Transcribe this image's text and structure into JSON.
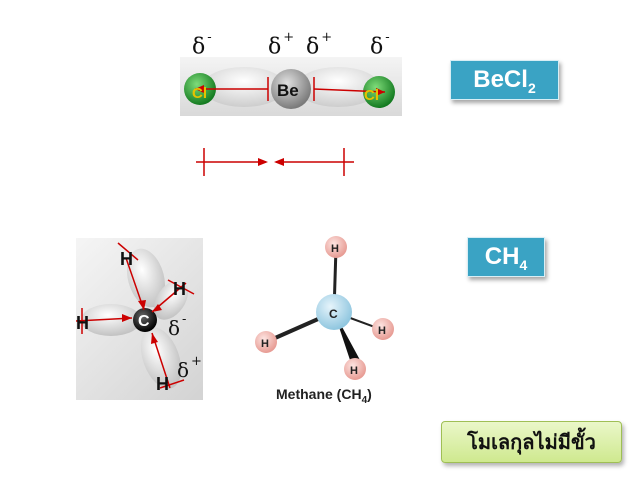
{
  "becl2": {
    "deltas": [
      "δ",
      "δ",
      "δ",
      "δ"
    ],
    "delta_signs": [
      "-",
      "+",
      "+",
      "-"
    ],
    "atoms": {
      "cl_left": "Cl",
      "be": "Be",
      "cl_right": "Cl"
    },
    "label_main": "BeCl",
    "label_sub": "2"
  },
  "ch4": {
    "label_main": "CH",
    "label_sub": "4",
    "model_atoms": {
      "h_top": "H",
      "h_right": "H",
      "h_left": "H",
      "c": "C",
      "h_bottom": "H"
    },
    "delta_minus": "δ",
    "delta_minus_sign": "-",
    "delta_plus": "δ",
    "delta_plus_sign": "+",
    "diagram_atoms": {
      "c": "C",
      "h_top": "H",
      "h_left": "H",
      "h_right": "H",
      "h_bottom": "H"
    },
    "caption_main": "Methane (CH",
    "caption_sub": "4",
    "caption_end": ")"
  },
  "conclusion": "โมเลกุลไม่มีขั้ว",
  "colors": {
    "label_box": "#3aa3c4",
    "arrow_red": "#cc0000",
    "chlorine": "#1e9e2e",
    "h_pink": "#f3b6b0",
    "c_blue": "#a7d3e6"
  }
}
